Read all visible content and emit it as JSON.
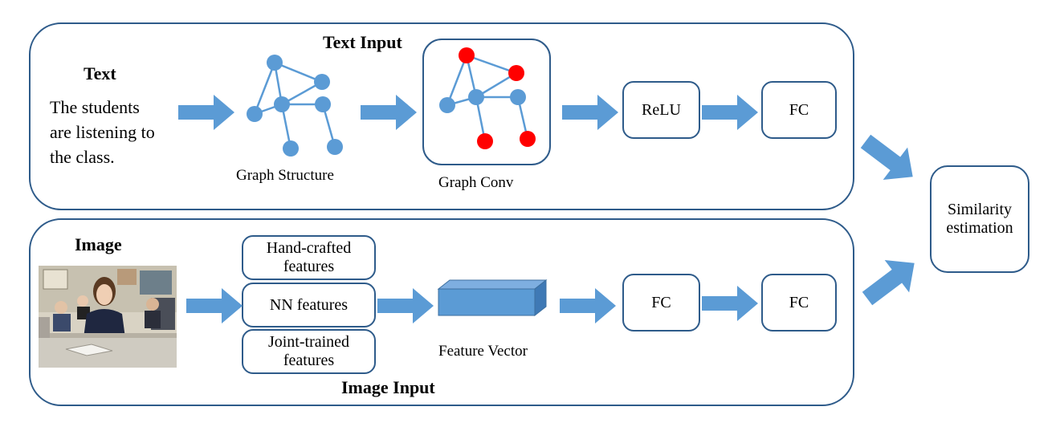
{
  "text_panel": {
    "title": "Text Input",
    "text_heading": "Text",
    "text_lines": [
      "The students",
      "are listening to",
      "the class."
    ],
    "graph_structure_label": "Graph Structure",
    "graph_conv_label": "Graph Conv",
    "relu_label": "ReLU",
    "fc_label": "FC"
  },
  "image_panel": {
    "title": "Image Input",
    "image_heading": "Image",
    "features": [
      "Hand-crafted features",
      "NN features",
      "Joint-trained features"
    ],
    "feature_vector_label": "Feature Vector",
    "fc1_label": "FC",
    "fc2_label": "FC"
  },
  "output": {
    "label": "Similarity estimation"
  },
  "colors": {
    "border": "#2e5b8a",
    "arrow": "#5b9bd5",
    "node": "#5b9bd5",
    "active_node": "#ff0000"
  }
}
